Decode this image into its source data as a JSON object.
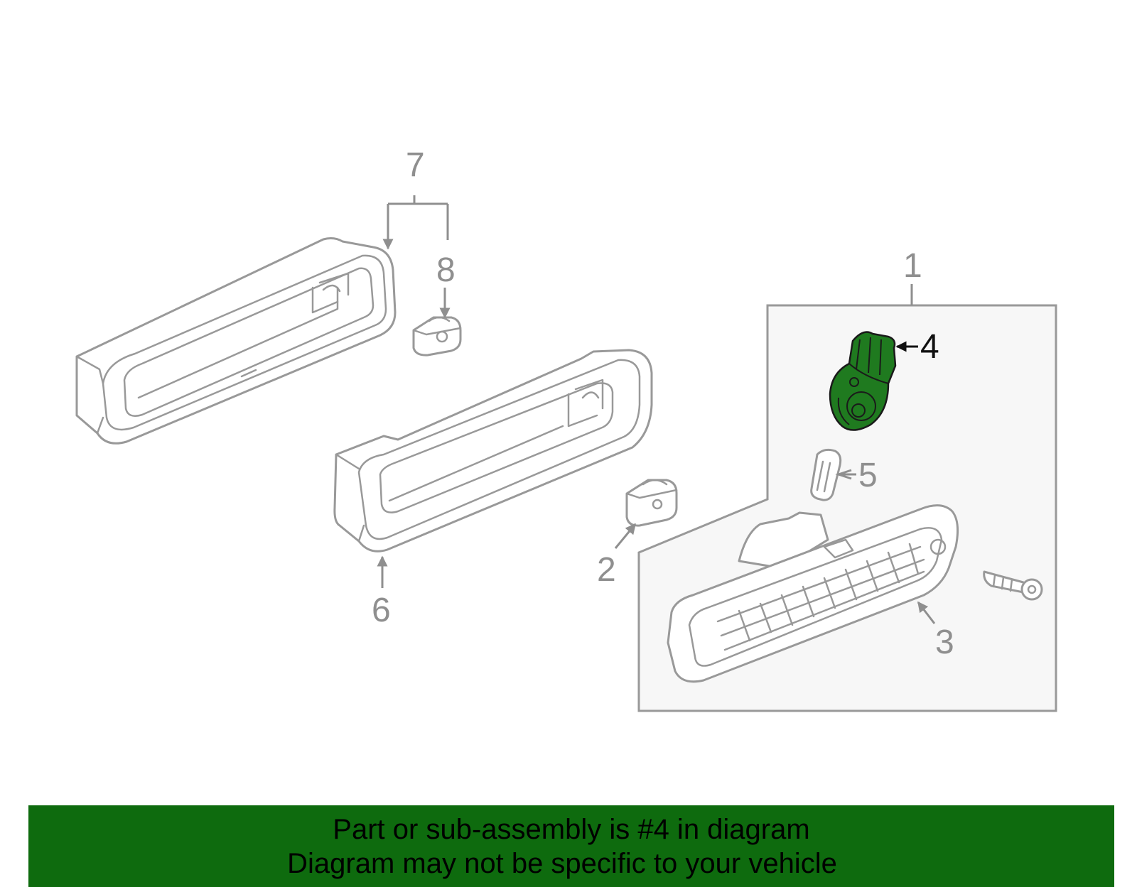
{
  "diagram": {
    "callouts": [
      "1",
      "2",
      "3",
      "4",
      "5",
      "6",
      "7",
      "8"
    ],
    "highlighted_callout": "4",
    "colors": {
      "line": "#999999",
      "highlight_fill": "#1f7a1f",
      "inset_fill": "#f7f7f7",
      "banner": "#0e6b0e"
    }
  },
  "banner": {
    "line1": "Part or sub-assembly is #4 in diagram",
    "line2": "Diagram may not be specific to your vehicle"
  }
}
